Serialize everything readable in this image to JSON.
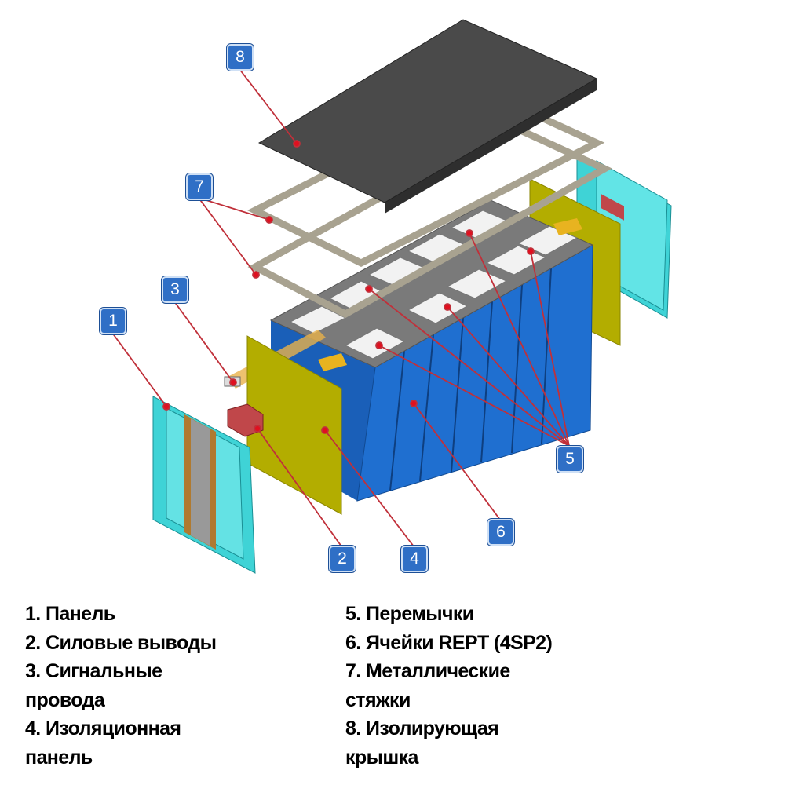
{
  "callouts": [
    "1",
    "2",
    "3",
    "4",
    "5",
    "6",
    "7",
    "8"
  ],
  "legend_left": [
    "1. Панель",
    "2. Силовые выводы",
    "3. Сигнальные",
    "провода",
    "4. Изоляционная",
    "панель"
  ],
  "legend_right": [
    "5. Перемычки",
    "6. Ячейки REPT (4SP2)",
    "7. Металлические",
    "стяжки",
    "8. Изолирующая",
    "крышка"
  ],
  "colors": {
    "badge": "#2f6fc6",
    "leader": "#c0303a",
    "cells": "#1f6fd0",
    "insulation": "#b3ad00",
    "panel": "#3fd3d6",
    "cover": "#4a4a4a",
    "frame": "#a8a290"
  }
}
